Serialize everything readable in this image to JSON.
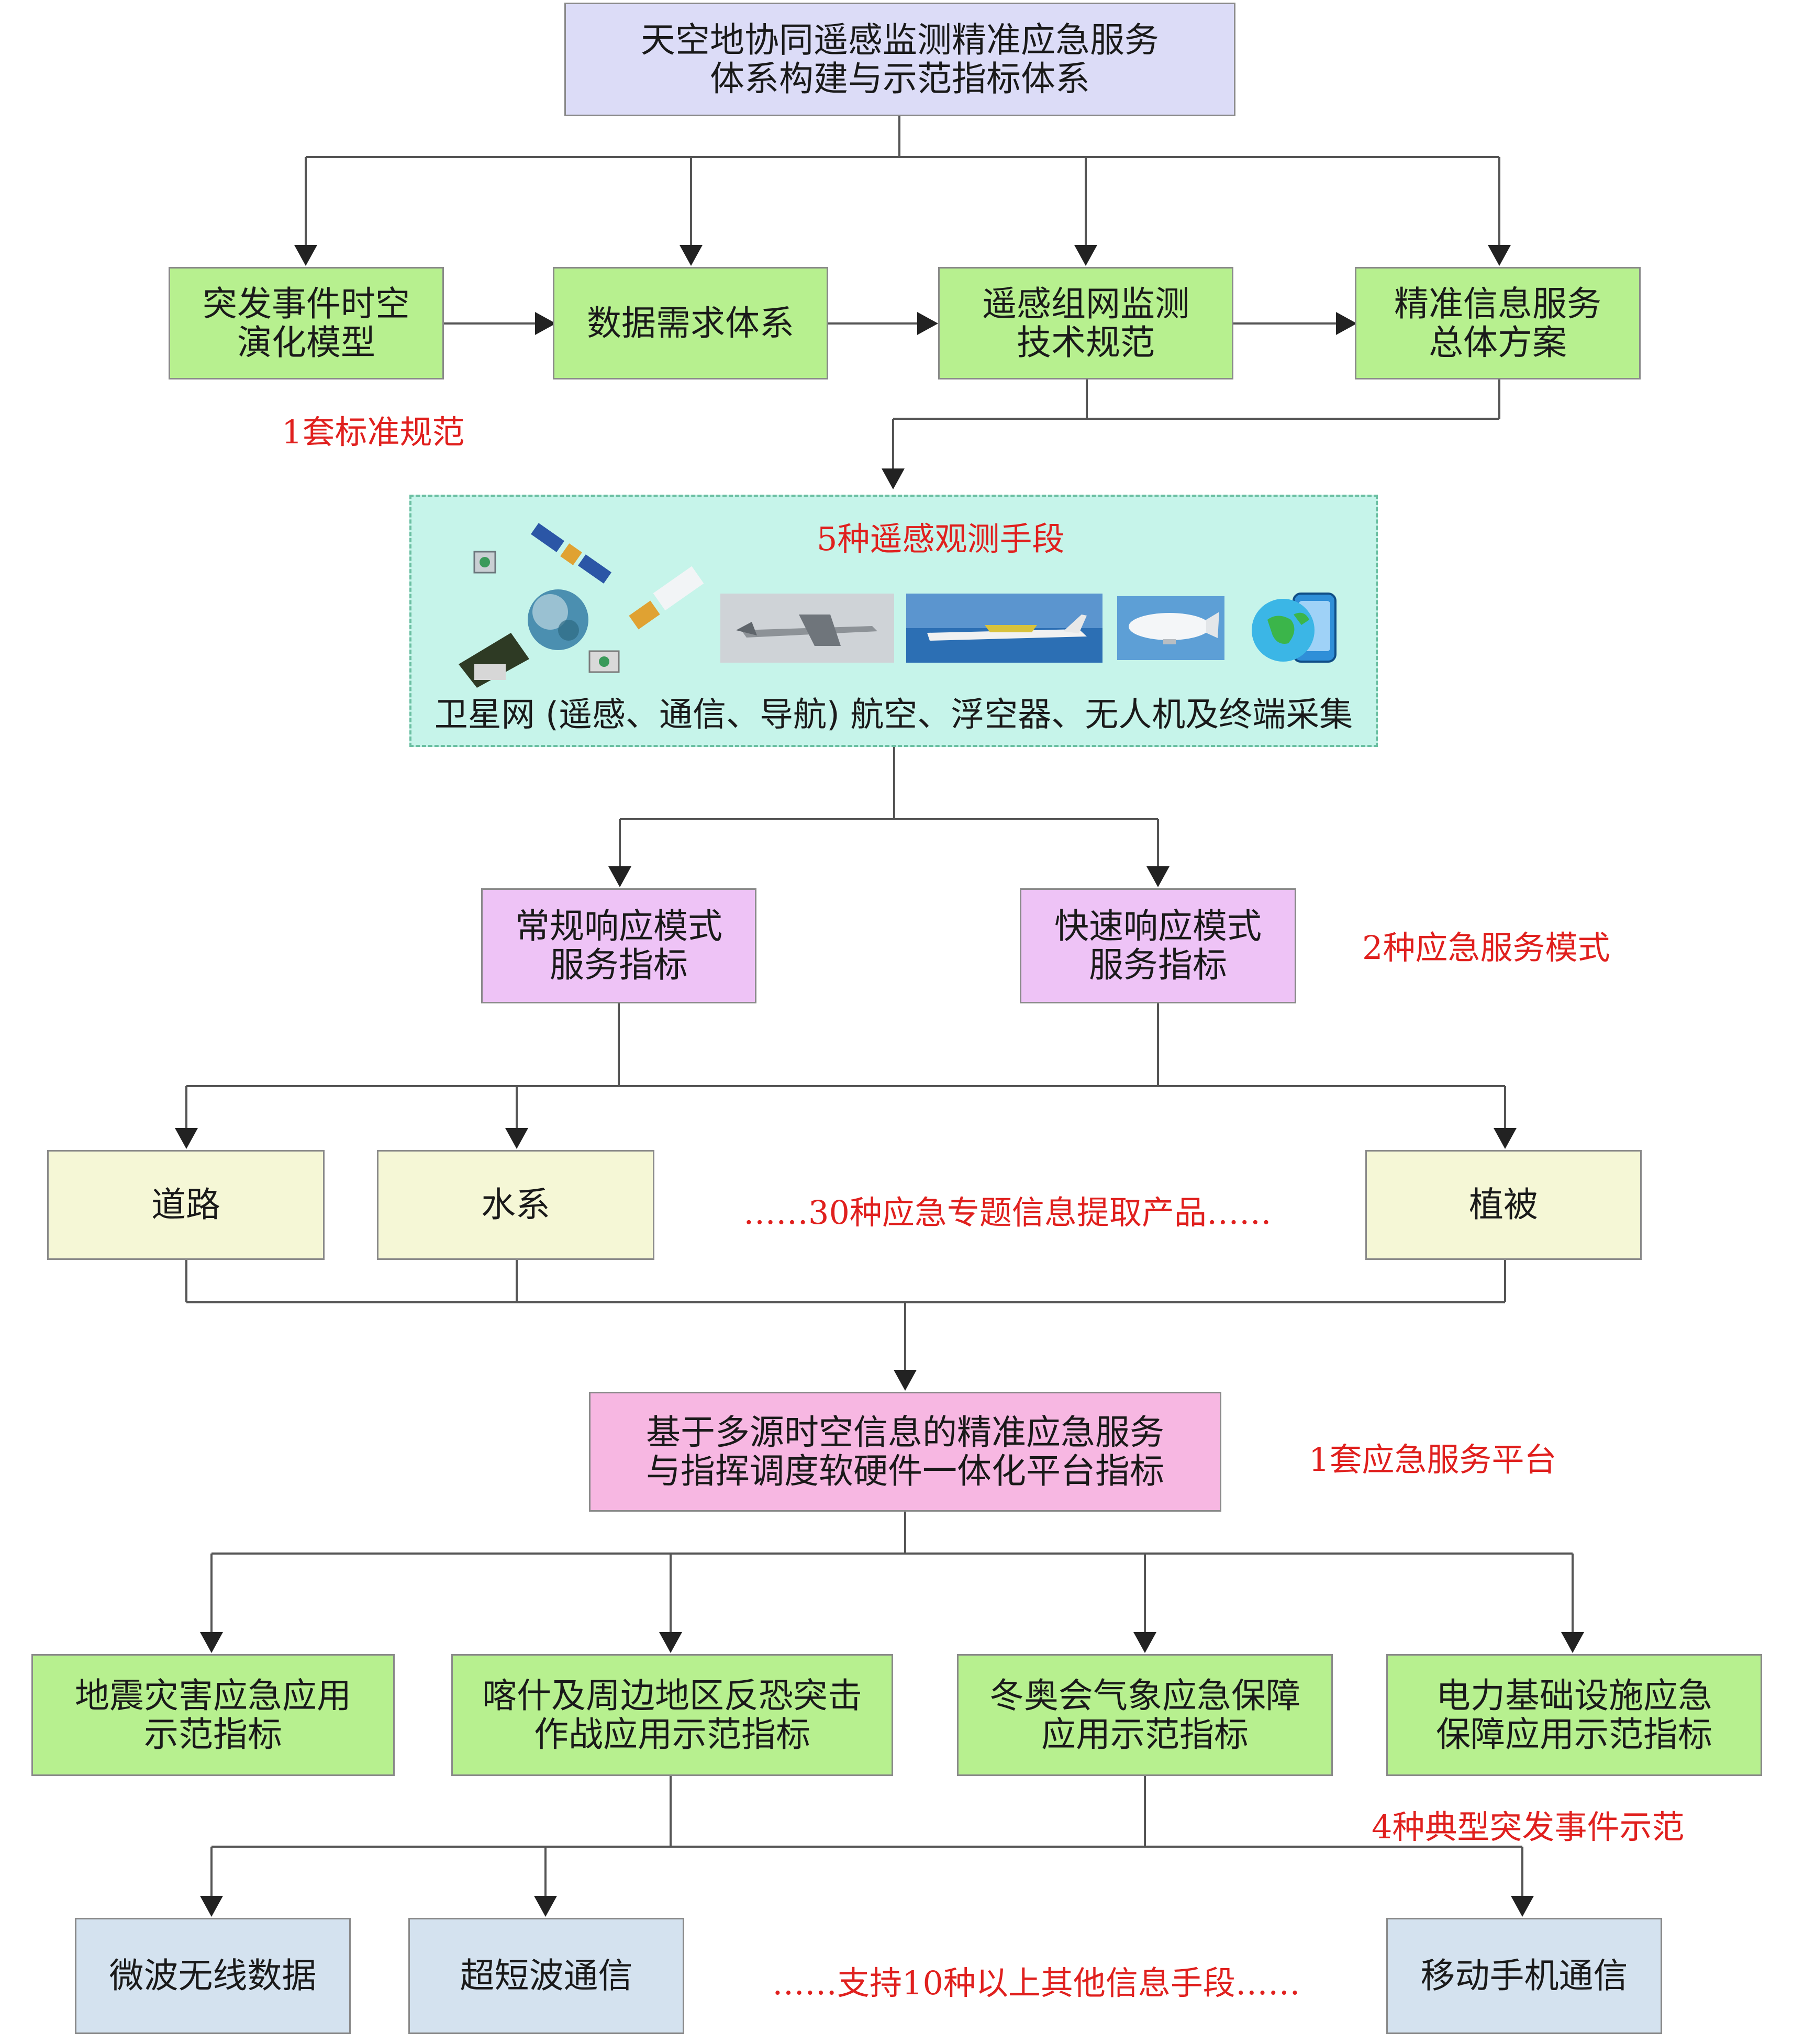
{
  "top": {
    "line1": "天空地协同遥感监测精准应急服务",
    "line2": "体系构建与示范指标体系"
  },
  "level1": [
    {
      "line1": "突发事件时空",
      "line2": "演化模型"
    },
    {
      "line1": "数据需求体系",
      "line2": ""
    },
    {
      "line1": "遥感组网监测",
      "line2": "技术规范"
    },
    {
      "line1": "精准信息服务",
      "line2": "总体方案"
    }
  ],
  "annotations": {
    "standard": "1套标准规范",
    "observation_title": "5种遥感观测手段",
    "modes": "2种应急服务模式",
    "products": "……30种应急专题信息提取产品……",
    "platform": "1套应急服务平台",
    "events": "4种典型突发事件示范",
    "comms": "……支持10种以上其他信息手段……"
  },
  "observation": {
    "caption": "卫星网 (遥感、通信、导航) 航空、浮空器、无人机及终端采集",
    "icons": [
      "satellite-cluster-icon",
      "drone-icon",
      "aircraft-icon",
      "airship-icon",
      "mobile-terminal-icon"
    ]
  },
  "modes": [
    {
      "line1": "常规响应模式",
      "line2": "服务指标"
    },
    {
      "line1": "快速响应模式",
      "line2": "服务指标"
    }
  ],
  "products": [
    "道路",
    "水系",
    "植被"
  ],
  "platform": {
    "line1": "基于多源时空信息的精准应急服务",
    "line2": "与指挥调度软硬件一体化平台指标"
  },
  "events": [
    {
      "line1": "地震灾害应急应用",
      "line2": "示范指标"
    },
    {
      "line1": "喀什及周边地区反恐突击",
      "line2": "作战应用示范指标"
    },
    {
      "line1": "冬奥会气象应急保障",
      "line2": "应用示范指标"
    },
    {
      "line1": "电力基础设施应急",
      "line2": "保障应用示范指标"
    }
  ],
  "comms": [
    "微波无线数据",
    "超短波通信",
    "移动手机通信"
  ],
  "colors": {
    "top": "#dcdcf7",
    "green": "#b7f08f",
    "panel": "#c6f4ea",
    "purple": "#eec3f6",
    "yellow": "#f5f7d6",
    "pink": "#f7b7e2",
    "blue": "#d4e2ef",
    "annotation": "#e0201e",
    "line": "#555555"
  }
}
